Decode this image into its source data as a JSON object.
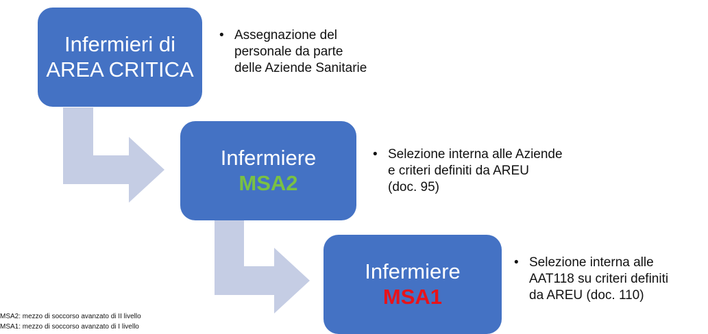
{
  "steps": [
    {
      "title_lines": [
        "Infermieri di",
        "AREA CRITICA"
      ],
      "level": "",
      "bullets": [
        {
          "lines": [
            "Assegnazione del",
            "personale da parte",
            "delle Aziende Sanitarie"
          ]
        }
      ]
    },
    {
      "title_lines": [
        "Infermiere"
      ],
      "level": "MSA2",
      "bullets": [
        {
          "lines": [
            "Selezione interna alle Aziende",
            "e criteri definiti da AREU",
            "(doc. 95)"
          ]
        }
      ]
    },
    {
      "title_lines": [
        "Infermiere"
      ],
      "level": "MSA1",
      "bullets": [
        {
          "lines": [
            "Selezione interna alle",
            "AAT118 su criteri definiti",
            "da AREU (doc. 110)"
          ]
        }
      ]
    }
  ],
  "footnotes": [
    "MSA2: mezzo di soccorso avanzato di II livello",
    "MSA1: mezzo di soccorso avanzato di I livello"
  ],
  "colors": {
    "box_fill": "#4472c4",
    "arrow_fill": "#c5cde4",
    "msa2_text": "#7ac143",
    "msa1_text": "#e8131a",
    "box_text": "#ffffff"
  },
  "icons": {
    "connector": "bent-arrow-right-icon"
  }
}
